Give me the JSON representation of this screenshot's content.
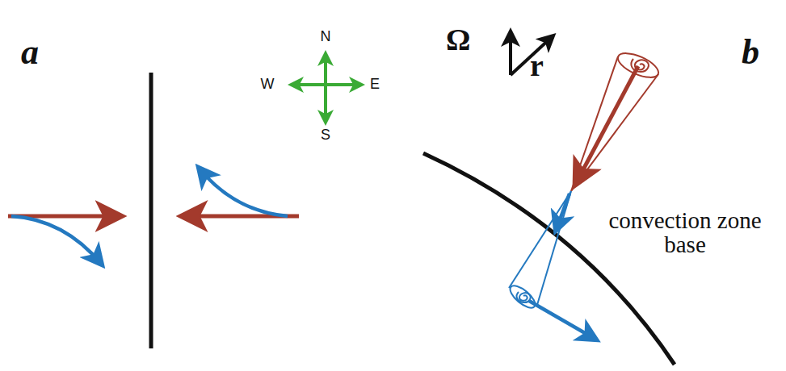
{
  "diagram": {
    "labels": [
      "a",
      "N",
      "W",
      "E",
      "S",
      "Ω",
      "r",
      "b",
      "convection zone base"
    ]
  }
}
